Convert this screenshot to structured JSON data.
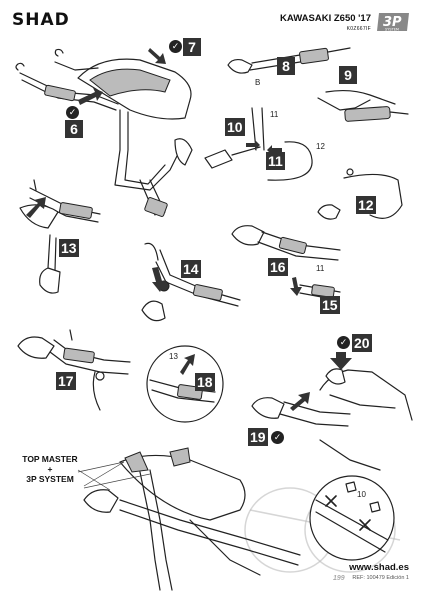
{
  "header": {
    "brand": "SHAD",
    "model": "KAWASAKI Z650 '17",
    "code": "K0Z667IF",
    "system_badge": "3P",
    "system_badge_sub": "SYSTEM"
  },
  "steps": {
    "s6": "6",
    "s7": "7",
    "s8": "8",
    "s9": "9",
    "s10": "10",
    "s11": "11",
    "s12": "12",
    "s13": "13",
    "s14": "14",
    "s15": "15",
    "s16": "16",
    "s17": "17",
    "s18": "18",
    "s19": "19",
    "s20": "20"
  },
  "labels": {
    "b": "B",
    "n11a": "11",
    "n12": "12",
    "n11b": "11",
    "n13": "13",
    "n10": "10"
  },
  "check_glyph": "✓",
  "callout": {
    "line1": "TOP MASTER",
    "line2": "+",
    "line3": "3P SYSTEM"
  },
  "footer": {
    "site": "www.shad.es",
    "ref": "REF: 100479 Edición 1",
    "page_num": "199"
  }
}
